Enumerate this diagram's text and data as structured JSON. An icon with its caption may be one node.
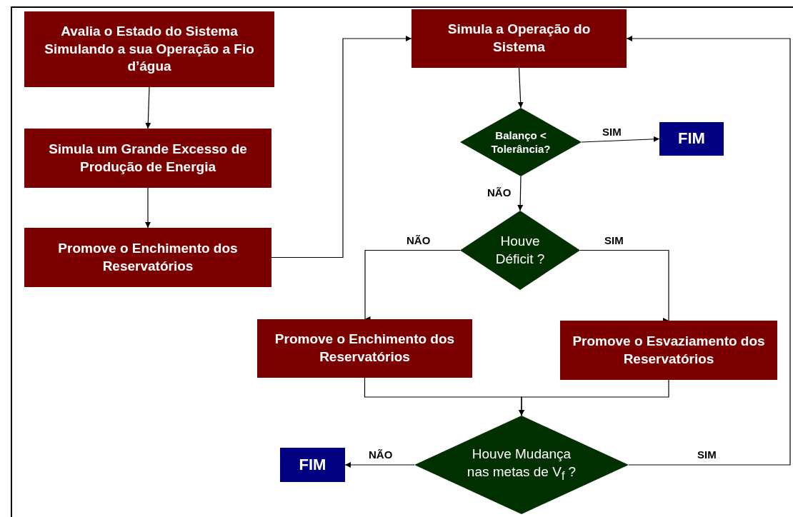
{
  "diagram": {
    "nodes": [
      {
        "text": [
          "Avalia o Estado do Sistema Simulando a sua Operação a Fio d’água"
        ]
      },
      {
        "text": [
          "Simula um Grande Excesso de Produção de Energia"
        ]
      },
      {
        "text": [
          "Promove o Enchimento dos Reservatórios"
        ]
      },
      {
        "text": [
          "Simula a Operação do Sistema"
        ]
      },
      {
        "text": [
          "Balanço < Tolerância?"
        ]
      },
      {
        "text": [
          "FIM"
        ]
      },
      {
        "text": [
          "Houve Déficit ?"
        ]
      },
      {
        "text": [
          "Promove o Enchimento dos Reservatórios"
        ]
      },
      {
        "text": [
          "Promove o Esvaziamento dos Reservatórios"
        ]
      },
      {
        "text": [
          "Houve Mudança nas metas de V$_{f}$ ?"
        ]
      },
      {
        "text": [
          "FIM"
        ]
      }
    ],
    "edges": [
      {
        "from": 0,
        "to": 1,
        "arrow": "to"
      },
      {
        "from": 1,
        "to": 2,
        "arrow": "to"
      },
      {
        "from": 2,
        "to": 3,
        "arrow": "to"
      },
      {
        "from": 3,
        "to": 4,
        "arrow": "to"
      },
      {
        "from": 4,
        "to": 5,
        "arrow": "to",
        "label": "SIM"
      },
      {
        "from": 4,
        "to": 6,
        "arrow": "to",
        "label": "NÃO"
      },
      {
        "from": 6,
        "to": 7,
        "arrow": "to",
        "label": "NÃO"
      },
      {
        "from": 6,
        "to": 8,
        "arrow": "to",
        "label": "SIM"
      },
      {
        "from": 7,
        "to": 9,
        "arrow": "to"
      },
      {
        "from": 8,
        "to": 9,
        "arrow": "to"
      },
      {
        "from": 9,
        "to": 10,
        "arrow": "to",
        "label": "NÃO"
      },
      {
        "from": 9,
        "to": 3,
        "arrow": "to",
        "label": "SIM"
      }
    ]
  }
}
